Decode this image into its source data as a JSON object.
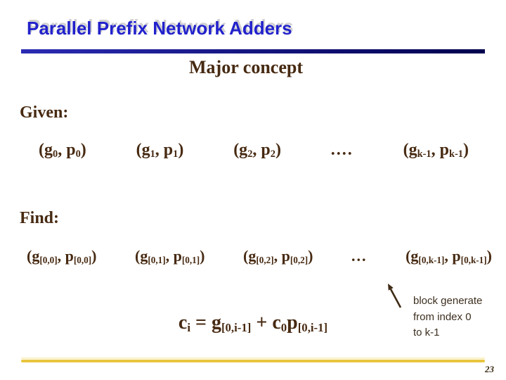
{
  "slide": {
    "title": "Parallel Prefix Network Adders",
    "subtitle": "Major concept",
    "page_number": "23"
  },
  "colors": {
    "title_blue": "#2222cc",
    "rule_navy_left": "#2b2bb4",
    "rule_navy_right": "#00004e",
    "body_brown": "#472a12",
    "annotation_brown": "#3d2f1f",
    "gold_line": "#e9c53f"
  },
  "given": {
    "label": "Given:",
    "tuples": [
      {
        "open": "(g",
        "g_sub": "0",
        "mid": ", p",
        "p_sub": "0",
        "close": ")"
      },
      {
        "open": "(g",
        "g_sub": "1",
        "mid": ", p",
        "p_sub": "1",
        "close": ")"
      },
      {
        "open": "(g",
        "g_sub": "2",
        "mid": ", p",
        "p_sub": "2",
        "close": ")"
      },
      {
        "open": "(g",
        "g_sub": "k-1",
        "mid": ", p",
        "p_sub": "k-1",
        "close": ")"
      }
    ],
    "ellipsis": "...."
  },
  "find": {
    "label": "Find:",
    "tuples": [
      {
        "open": "(g",
        "g_sub": "[0,0]",
        "mid": ", p",
        "p_sub": "[0,0]",
        "close": ")"
      },
      {
        "open": "(g",
        "g_sub": "[0,1]",
        "mid": ", p",
        "p_sub": "[0,1]",
        "close": ")"
      },
      {
        "open": "(g",
        "g_sub": "[0,2]",
        "mid": ", p",
        "p_sub": "[0,2]",
        "close": ")"
      },
      {
        "open": "(g",
        "g_sub": "[0,k-1]",
        "mid": ", p",
        "p_sub": "[0,k-1]",
        "close": ")"
      }
    ],
    "ellipsis": "..."
  },
  "annotation": {
    "line1": "block generate",
    "line2": "from index 0",
    "line3": "to k-1"
  },
  "formula": {
    "t1": "c",
    "s1": "i",
    "t2": " = g",
    "s2": "[0,i-1]",
    "t3": " + c",
    "s3": "0",
    "t4": "p",
    "s4": "[0,i-1]"
  }
}
